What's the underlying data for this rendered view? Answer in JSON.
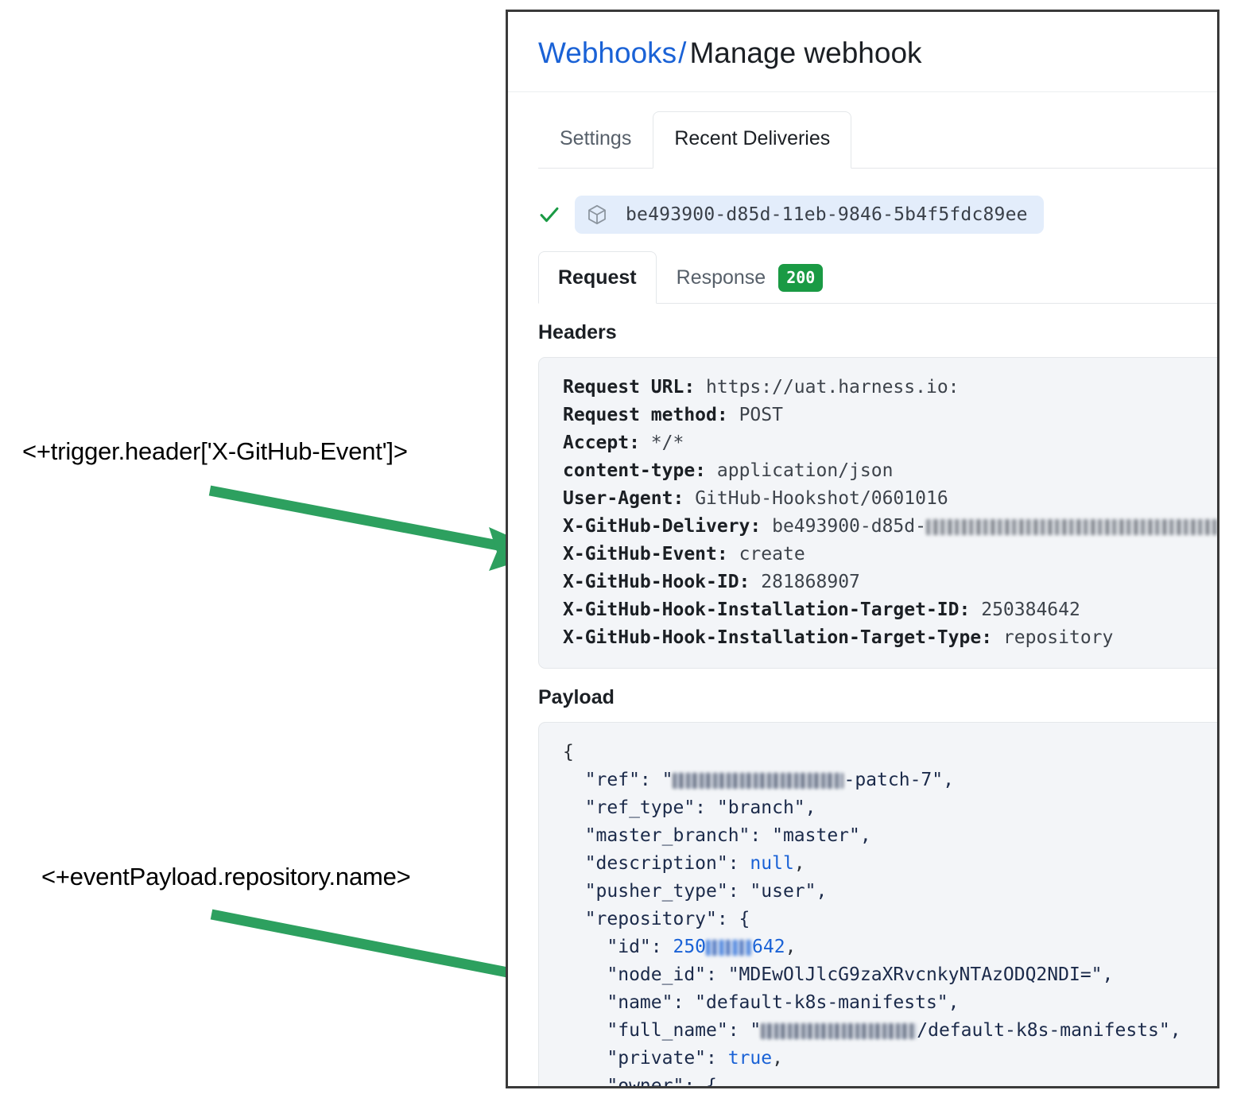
{
  "card": {
    "breadcrumb": {
      "parent": "Webhooks",
      "separator": "/",
      "current": "Manage webhook"
    },
    "tabs": [
      {
        "label": "Settings",
        "active": false
      },
      {
        "label": "Recent Deliveries",
        "active": true
      }
    ],
    "delivery": {
      "status_icon": "check-icon",
      "package_icon": "cube-icon",
      "id": "be493900-d85d-11eb-9846-5b4f5fdc89ee"
    },
    "inner_tabs": [
      {
        "label": "Request",
        "active": true,
        "badge": null
      },
      {
        "label": "Response",
        "active": false,
        "badge": "200"
      }
    ],
    "badge_color": "#1a9a44",
    "sections": {
      "headers_title": "Headers",
      "payload_title": "Payload"
    },
    "headers": [
      {
        "key": "Request URL:",
        "value": "https://uat.harness.io:"
      },
      {
        "key": "Request method:",
        "value": "POST"
      },
      {
        "key": "Accept:",
        "value": "*/*"
      },
      {
        "key": "content-type:",
        "value": "application/json"
      },
      {
        "key": "User-Agent:",
        "value": "GitHub-Hookshot/0601016"
      },
      {
        "key": "X-GitHub-Delivery:",
        "value": "be493900-d85d-",
        "redacted_tail": true
      },
      {
        "key": "X-GitHub-Event:",
        "value": "create"
      },
      {
        "key": "X-GitHub-Hook-ID:",
        "value": "281868907"
      },
      {
        "key": "X-GitHub-Hook-Installation-Target-ID:",
        "value": "250384642"
      },
      {
        "key": "X-GitHub-Hook-Installation-Target-Type:",
        "value": "repository"
      }
    ],
    "payload_lines": [
      {
        "text": "{"
      },
      {
        "text": "  \"ref\": \"",
        "redacted": "name",
        "text2": "-patch-7\","
      },
      {
        "text": "  \"ref_type\": \"branch\","
      },
      {
        "text": "  \"master_branch\": \"master\","
      },
      {
        "text": "  \"description\": ",
        "literal": "null",
        "text2": ","
      },
      {
        "text": "  \"pusher_type\": \"user\","
      },
      {
        "text": "  \"repository\": {"
      },
      {
        "text": "    \"id\": ",
        "number_prefix": "250",
        "redacted": "num",
        "number_suffix": "642",
        "text2": ","
      },
      {
        "text": "    \"node_id\": \"MDEwOlJlcG9zaXRvcnkyNTAzODQ2NDI=\","
      },
      {
        "text": "    \"name\": \"default-k8s-manifests\","
      },
      {
        "text": "    \"full_name\": \"",
        "redacted": "name",
        "text2": "/default-k8s-manifests\","
      },
      {
        "text": "    \"private\": ",
        "literal": "true",
        "text2": ","
      },
      {
        "text": "    \"owner\": {"
      }
    ]
  },
  "annotations": [
    {
      "label": "<+trigger.header['X-GitHub-Event']>",
      "target": "x-github-event-header",
      "color": "#2da05f"
    },
    {
      "label": "<+eventPayload.repository.name>",
      "target": "repository-name-field",
      "color": "#2da05f"
    }
  ]
}
